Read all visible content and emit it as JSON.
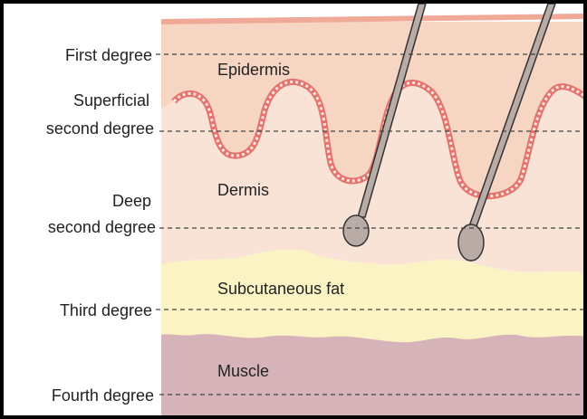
{
  "diagram": {
    "degree_labels": {
      "first": [
        "First degree"
      ],
      "superficial_second": [
        "Superficial",
        "second degree"
      ],
      "deep_second": [
        "Deep",
        "second degree"
      ],
      "third": [
        "Third degree"
      ],
      "fourth": [
        "Fourth degree"
      ]
    },
    "layers": {
      "epidermis": "Epidermis",
      "dermis": "Dermis",
      "subcutaneous_fat": "Subcutaneous fat",
      "muscle": "Muscle"
    },
    "colors": {
      "skin_surface": "#f0a996",
      "epidermis": "#f6d5c3",
      "dermis": "#f9e3d6",
      "fat": "#fbf3c4",
      "muscle": "#d6b3b8",
      "basement_line": "#e5736d",
      "hair": "#b9aca6",
      "dashed_line": "#444444"
    }
  }
}
